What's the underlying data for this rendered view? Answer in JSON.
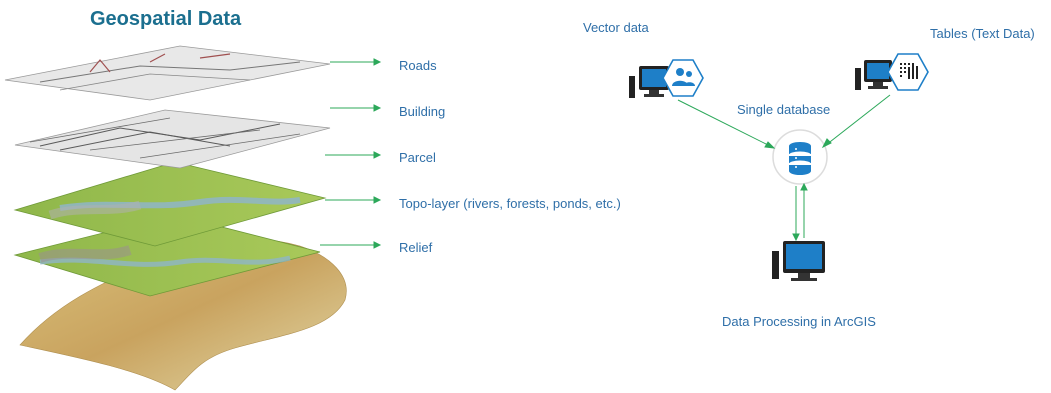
{
  "title": "Geospatial Data",
  "layers": [
    {
      "label": "Roads"
    },
    {
      "label": "Building"
    },
    {
      "label": "Parcel"
    },
    {
      "label": "Topo-layer (rivers, forests, ponds, etc.)"
    },
    {
      "label": "Relief"
    }
  ],
  "diagram": {
    "vector_label": "Vector data",
    "tables_label": "Tables (Text Data)",
    "database_label": "Single database",
    "processing_label": "Data Processing in ArcGIS"
  },
  "colors": {
    "title": "#1b6f8f",
    "label": "#2f6fa8",
    "arrow": "#2ca85a",
    "icon_blue": "#1e7fc8"
  },
  "icons": [
    "workstation-icon",
    "user-group-icon",
    "table-grid-icon",
    "database-icon"
  ]
}
